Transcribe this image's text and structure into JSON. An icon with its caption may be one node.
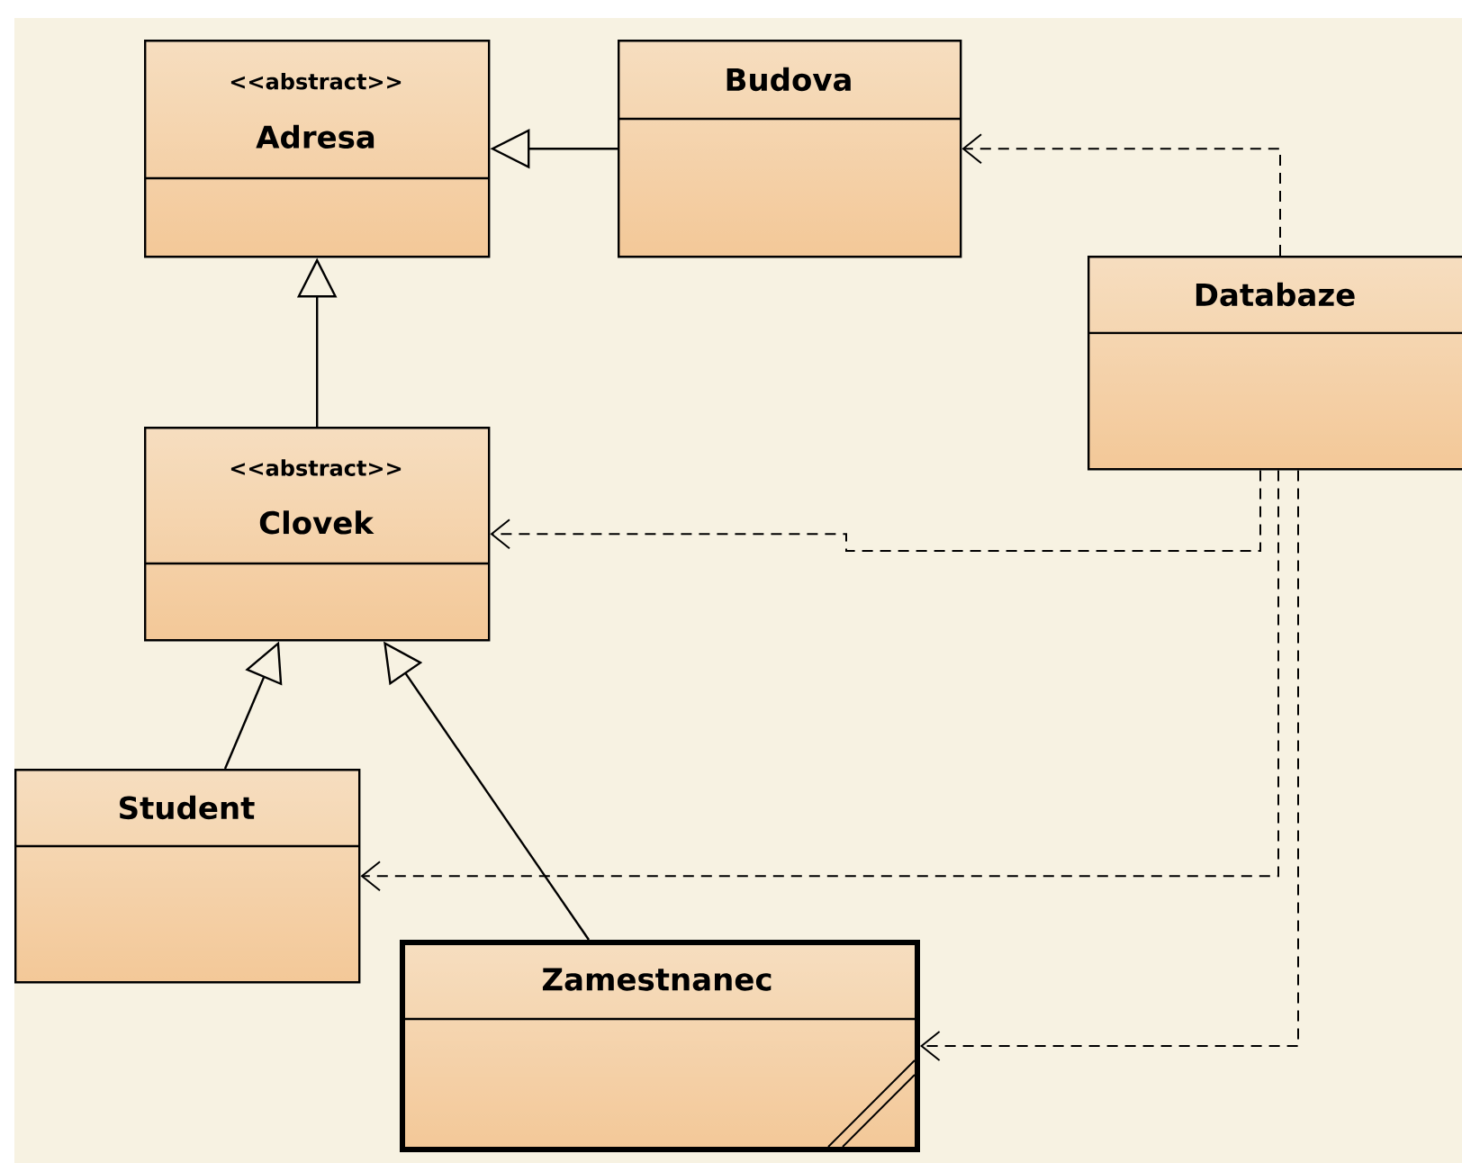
{
  "diagram": {
    "nodes": [
      {
        "text": [
          "<<abstract>>",
          "Adresa"
        ]
      },
      {
        "text": [
          "Budova"
        ]
      },
      {
        "text": [
          "Databaze"
        ]
      },
      {
        "text": [
          "<<abstract>>",
          "Clovek"
        ]
      },
      {
        "text": [
          "Student"
        ]
      },
      {
        "text": [
          "Zamestnanec"
        ]
      }
    ],
    "edges": [
      {
        "from": 1,
        "to": 0,
        "arrow": "to"
      },
      {
        "from": 3,
        "to": 0,
        "arrow": "to"
      },
      {
        "from": 4,
        "to": 3,
        "arrow": "to"
      },
      {
        "from": 5,
        "to": 3,
        "arrow": "to"
      },
      {
        "from": 2,
        "to": 1,
        "arrow": "to",
        "style": "dashed"
      },
      {
        "from": 2,
        "to": 3,
        "arrow": "to",
        "style": "dashed"
      },
      {
        "from": 2,
        "to": 4,
        "arrow": "to",
        "style": "dashed"
      },
      {
        "from": 2,
        "to": 5,
        "arrow": "to",
        "style": "dashed"
      }
    ]
  }
}
